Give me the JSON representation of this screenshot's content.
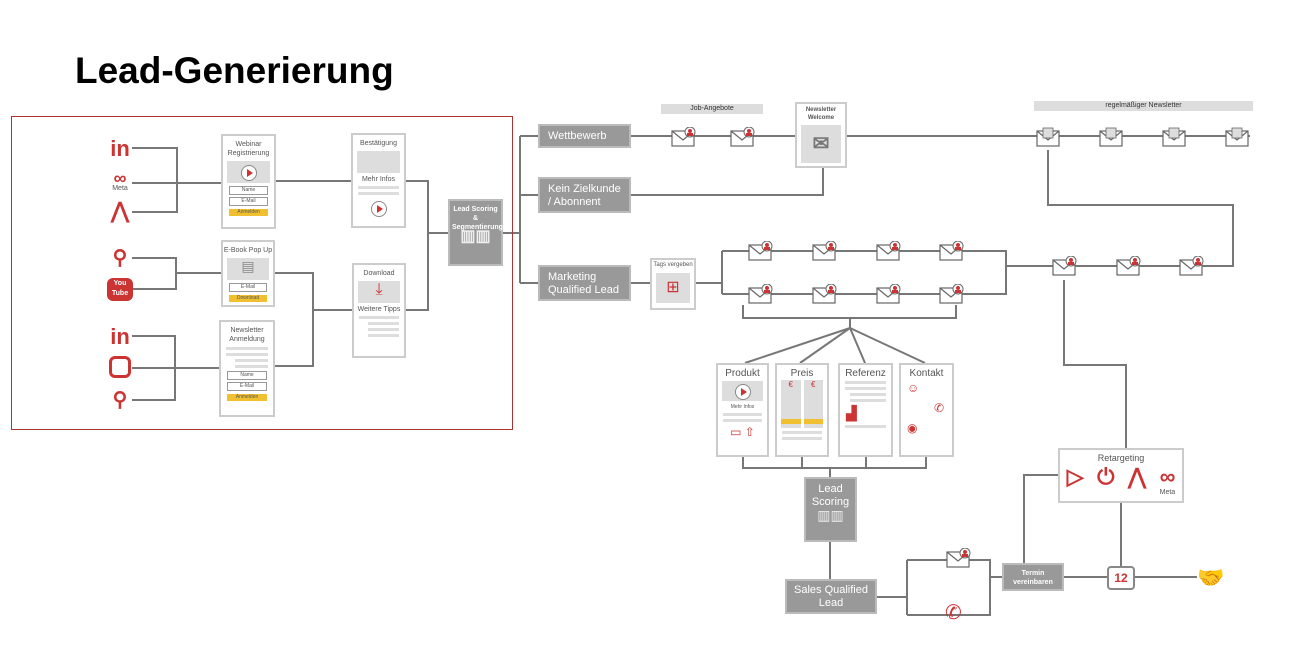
{
  "title": "Lead-Generierung",
  "sources": {
    "linkedin": "in",
    "meta": "Meta",
    "youtube": "You Tube"
  },
  "cards": {
    "webinar": {
      "title": "Webinar Registrierung",
      "name": "Name",
      "email": "E-Mail",
      "button": "Anmelden"
    },
    "ebook": {
      "title": "E-Book Pop Up",
      "email": "E-Mail",
      "button": "Download"
    },
    "newsletter": {
      "title": "Newsletter Anmeldung",
      "name": "Name",
      "email": "E-Mail",
      "button": "Anmelden"
    },
    "bestaetigung": {
      "title": "Bestätigung",
      "more": "Mehr Infos"
    },
    "download": {
      "title": "Download",
      "more": "Weitere Tipps"
    },
    "welcome": {
      "title": "Newsletter Welcome"
    },
    "tags": {
      "title": "Tags vergeben"
    },
    "produkt": {
      "title": "Produkt",
      "more": "Mehr Infos"
    },
    "preis": {
      "title": "Preis"
    },
    "referenz": {
      "title": "Referenz"
    },
    "kontakt": {
      "title": "Kontakt"
    },
    "retargeting": {
      "title": "Retargeting",
      "meta": "Meta"
    }
  },
  "boxes": {
    "lead_scoring_seg": "Lead Scoring & Segmentierung",
    "wettbewerb": "Wettbewerb",
    "kein_zielkunde": "Kein Zielkunde / Abonnent",
    "mql": "Marketing Qualified Lead",
    "lead_scoring": "Lead Scoring",
    "sql": "Sales Qualified Lead",
    "termin": "Termin vereinbaren"
  },
  "labels": {
    "job": "Job-Angebote",
    "regular": "regelmäßiger Newsletter"
  },
  "calendar": "12",
  "colors": {
    "accent": "#cc3333",
    "box": "#999999",
    "highlight": "#f0c030"
  }
}
